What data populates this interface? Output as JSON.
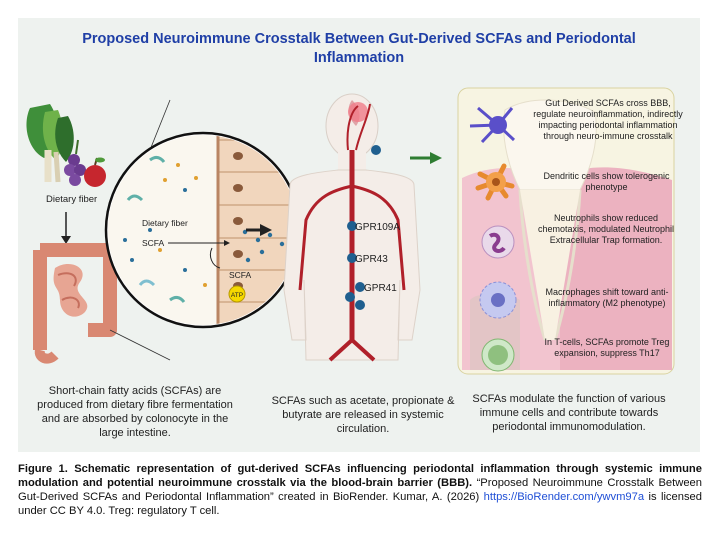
{
  "title": {
    "line1": "Proposed Neuroimmune Crosstalk Between Gut-Derived SCFAs and Periodontal",
    "line2": "Inflammation"
  },
  "left_panel": {
    "dietary_fiber_label": "Dietary fiber",
    "zoom_dietary_fiber": "Dietary fiber",
    "zoom_scfa": "SCFA",
    "zoom_scfa2": "SCFA",
    "zoom_atp": "ATP",
    "caption": "Short-chain fatty acids (SCFAs) are produced from dietary fibre fermentation and are absorbed by colonocyte in the large intestine."
  },
  "middle_panel": {
    "receptors": [
      "GPR109A",
      "GPR43",
      "GPR41"
    ],
    "caption": "SCFAs such as acetate, propionate & butyrate are released in systemic circulation."
  },
  "right_panel": {
    "cells": [
      "Gut Derived SCFAs cross BBB, regulate neuroinflammation, indirectly impacting periodontal inflammation through neuro-immune crosstalk",
      "Dendritic cells show tolerogenic phenotype",
      "Neutrophils show reduced chemotaxis, modulated Neutrophil Extracellular Trap formation.",
      "Macrophages shift toward anti-inflammatory (M2 phenotype)",
      "In T-cells, SCFAs promote Treg expansion, suppress Th17"
    ],
    "caption": "SCFAs modulate the function of various immune cells and contribute towards periodontal immunomodulation."
  },
  "figure_caption": {
    "label": "Figure 1. Schematic representation of gut-derived SCFAs influencing periodontal inflammation through systemic immune modulation and potential neuroimmune crosstalk via the blood-brain barrier (BBB).",
    "text_before_link": " “Proposed Neuroimmune Crosstalk Between Gut-Derived SCFAs and Periodontal Inflammation” created in BioRender. Kumar, A. (2026) ",
    "link_text": "https://BioRender.com/ywvm97a",
    "text_after_link": " is licensed under CC BY 4.0. Treg: regulatory T cell."
  },
  "colors": {
    "title": "#1f3fa6",
    "panel_bg": "#eef2ef",
    "artery": "#b0202a",
    "receptor_node": "#1f5f8f",
    "arrow": "#2e7d32",
    "link": "#1f4fd6"
  }
}
